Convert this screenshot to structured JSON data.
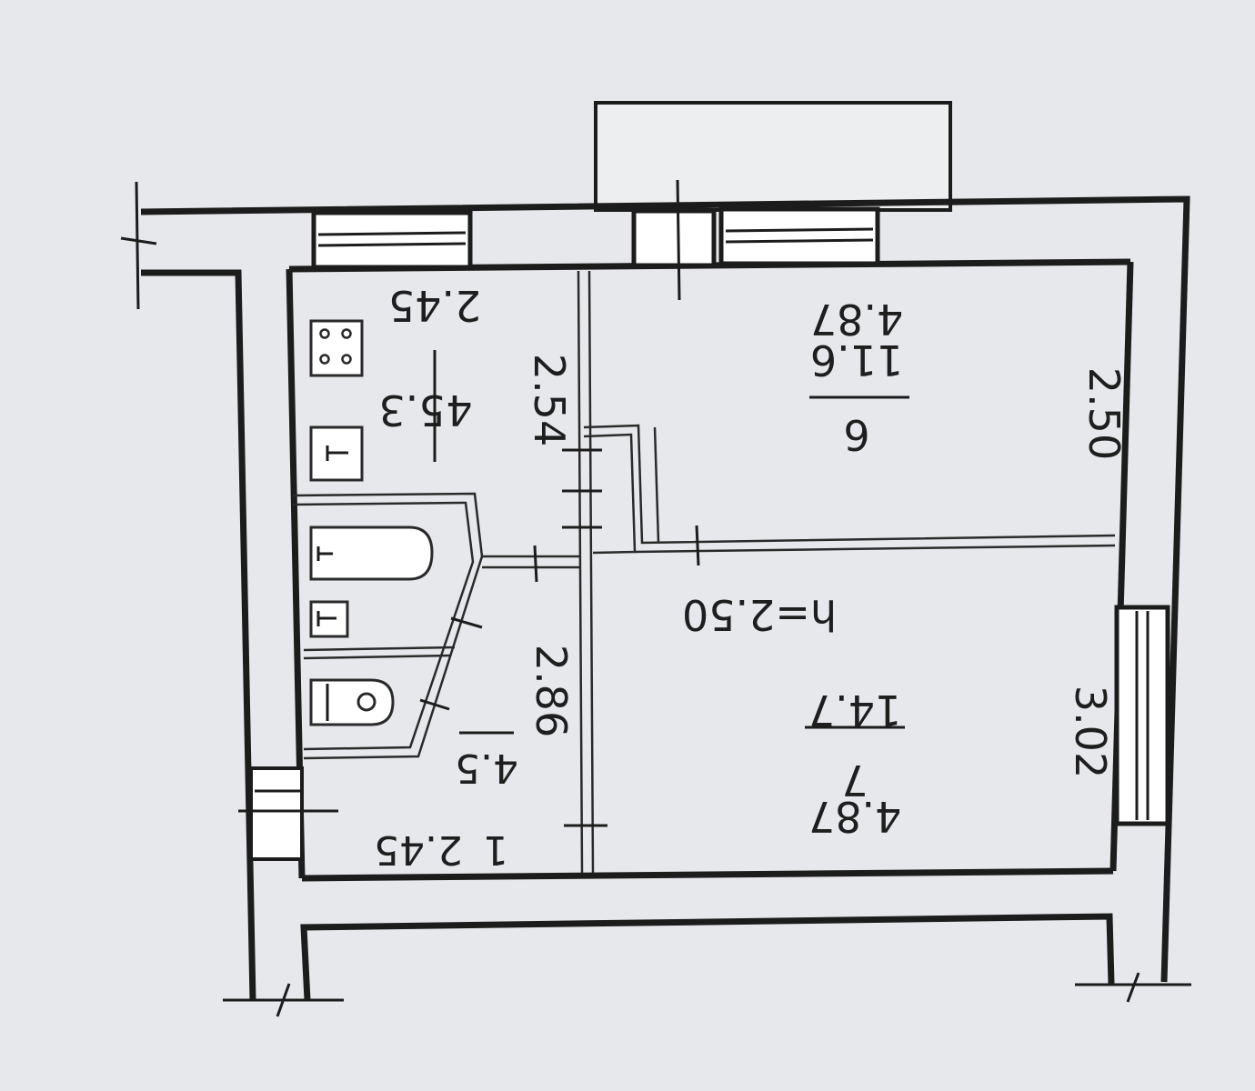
{
  "plan": {
    "ceiling_height": "h=2.50",
    "rooms": {
      "kitchen": {
        "number": "4",
        "area": "5.3",
        "width": "2.45",
        "length": "2.54"
      },
      "room6": {
        "number": "6",
        "area": "11.6",
        "width": "4.87",
        "length": "2.50"
      },
      "room7": {
        "number": "7",
        "area": "14.7",
        "width": "4.87",
        "length": "3.02"
      },
      "hall": {
        "number": "1",
        "area": "4.5",
        "width": "2.45",
        "length": "2.86"
      }
    }
  }
}
